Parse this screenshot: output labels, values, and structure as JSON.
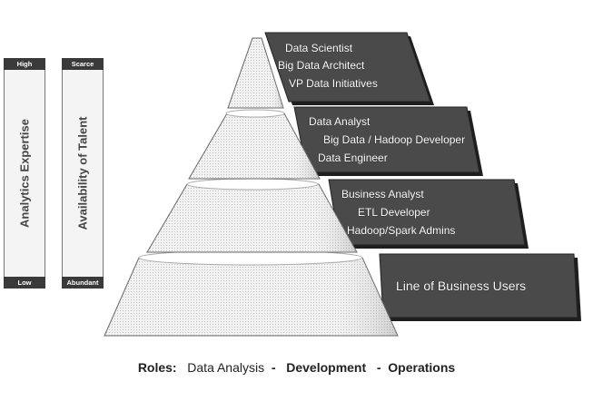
{
  "scales": {
    "expertise": {
      "label": "Analytics Expertise",
      "top": "High",
      "bottom": "Low"
    },
    "talent": {
      "label": "Availability of Talent",
      "top": "Scarce",
      "bottom": "Abundant"
    }
  },
  "tiers": {
    "top": [
      "Data Scientist",
      "Big Data Architect",
      "VP Data Initiatives"
    ],
    "second": [
      "Data Analyst",
      "Big Data / Hadoop Developer",
      "Data Engineer"
    ],
    "third": [
      "Business Analyst",
      "ETL Developer",
      "Hadoop/Spark Admins"
    ],
    "base": "Line of Business Users"
  },
  "footer": {
    "prefix": "Roles:",
    "roles": [
      "Data Analysis",
      "Development",
      "Operations"
    ],
    "separator": "-"
  },
  "colors": {
    "label_fill": "#4a4a4a",
    "label_shadow": "#1e1e1e",
    "pyramid_fill": "#ededed"
  }
}
